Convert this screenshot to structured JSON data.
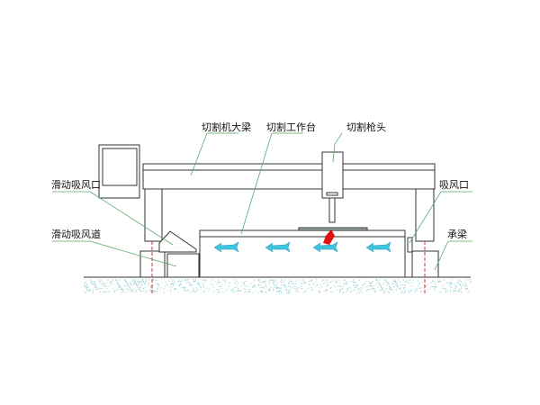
{
  "labels": {
    "beam": "切割机大梁",
    "table": "切割工作台",
    "torch": "切割枪头",
    "sliding_inlet": "滑动吸风口",
    "sliding_duct": "滑动吸风道",
    "inlet": "吸风口",
    "support_beam": "承梁"
  },
  "colors": {
    "line": "#333333",
    "leader": "#5aa86a",
    "arrow": "#3cc6e0",
    "flame": "#e01010",
    "ground": "#7fd0d0"
  }
}
